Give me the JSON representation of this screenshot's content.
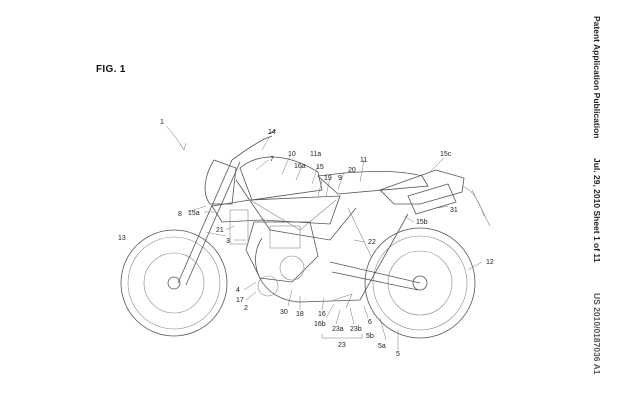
{
  "figure": {
    "label": "FIG. 1"
  },
  "header": {
    "publication": "Patent Application Publication",
    "date_sheet": "Jul. 29, 2010   Sheet 1 of 11",
    "number": "US 2010/0187036 A1"
  },
  "reference_numerals": [
    "1",
    "14",
    "7",
    "10",
    "16a",
    "11a",
    "15",
    "19",
    "9",
    "20",
    "11",
    "15c",
    "8",
    "15a",
    "21",
    "3",
    "13",
    "31",
    "15b",
    "22",
    "12",
    "4",
    "17",
    "2",
    "30",
    "18",
    "16",
    "16b",
    "23a",
    "23b",
    "23",
    "6",
    "5a",
    "5b",
    "5"
  ]
}
